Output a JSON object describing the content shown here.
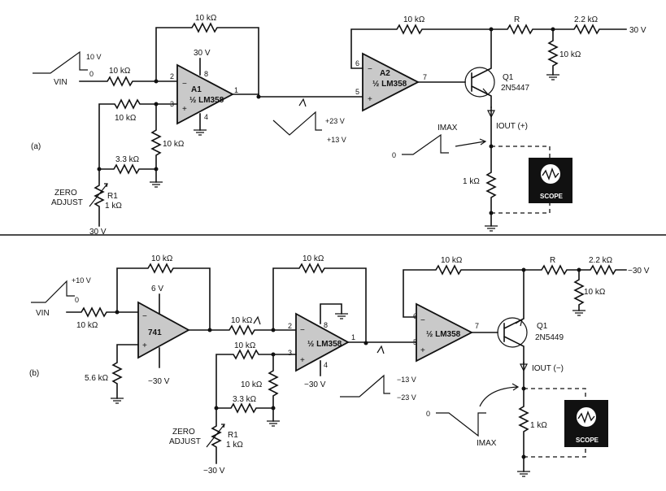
{
  "panel_a": {
    "label": "(a)",
    "ramp_in_top": "10 V",
    "ramp_in_bottom": "0",
    "vin": "VIN",
    "r_in": "10 kΩ",
    "r_fb1": "10 kΩ",
    "r_plus": "10 kΩ",
    "r_pot_vert": "10 kΩ",
    "r_33": "3.3 kΩ",
    "zero_adjust_1": "ZERO",
    "zero_adjust_2": "ADJUST",
    "pot_name": "R1",
    "pot_value": "1 kΩ",
    "supply_pot": "30 V",
    "amp1_name": "A1",
    "amp1_part": "½ LM358",
    "amp1_supply": "30 V",
    "pin2": "2",
    "pin3": "3",
    "pin8": "8",
    "pin4": "4",
    "pin1": "1",
    "ramp_mid_top": "+23 V",
    "ramp_mid_bottom": "+13 V",
    "amp2_name": "A2",
    "amp2_part": "½ LM358",
    "pin6": "6",
    "pin5": "5",
    "pin7": "7",
    "r_fb2": "10 kΩ",
    "r_r": "R",
    "r_22": "2.2 kΩ",
    "supply_top": "30 V",
    "r_shunt": "10 kΩ",
    "q_name": "Q1",
    "q_part": "2N5447",
    "iout": "IOUT (+)",
    "imax": "IMAX",
    "ramp_out_zero": "0",
    "r_load": "1 kΩ",
    "scope": "SCOPE"
  },
  "panel_b": {
    "label": "(b)",
    "ramp_in_top": "+10 V",
    "ramp_in_bottom": "0",
    "vin": "VIN",
    "r_in": "10 kΩ",
    "r_fb1": "10 kΩ",
    "r_56": "5.6 kΩ",
    "amp1_part": "741",
    "amp1_supply_top": "6 V",
    "amp1_supply_bottom": "−30 V",
    "r_mid": "10 kΩ",
    "r_fb2": "10 kΩ",
    "r_plus": "10 kΩ",
    "r_pot_vert": "10 kΩ",
    "r_33": "3.3 kΩ",
    "zero_adjust_1": "ZERO",
    "zero_adjust_2": "ADJUST",
    "pot_name": "R1",
    "pot_value": "1 kΩ",
    "supply_pot": "−30 V",
    "amp2_part": "½ LM358",
    "amp2_supply_bottom": "−30 V",
    "pin2": "2",
    "pin3": "3",
    "pin8": "8",
    "pin4": "4",
    "pin1": "1",
    "ramp_mid_top": "−13 V",
    "ramp_mid_bottom": "−23 V",
    "amp3_part": "½ LM358",
    "pin6": "6",
    "pin5": "5",
    "pin7": "7",
    "r_fb3": "10 kΩ",
    "r_r": "R",
    "r_22": "2.2 kΩ",
    "supply_top": "−30 V",
    "r_shunt": "10 kΩ",
    "q_name": "Q1",
    "q_part": "2N5449",
    "iout": "IOUT (−)",
    "imax": "IMAX",
    "ramp_out_zero": "0",
    "r_load": "1 kΩ",
    "scope": "SCOPE"
  }
}
